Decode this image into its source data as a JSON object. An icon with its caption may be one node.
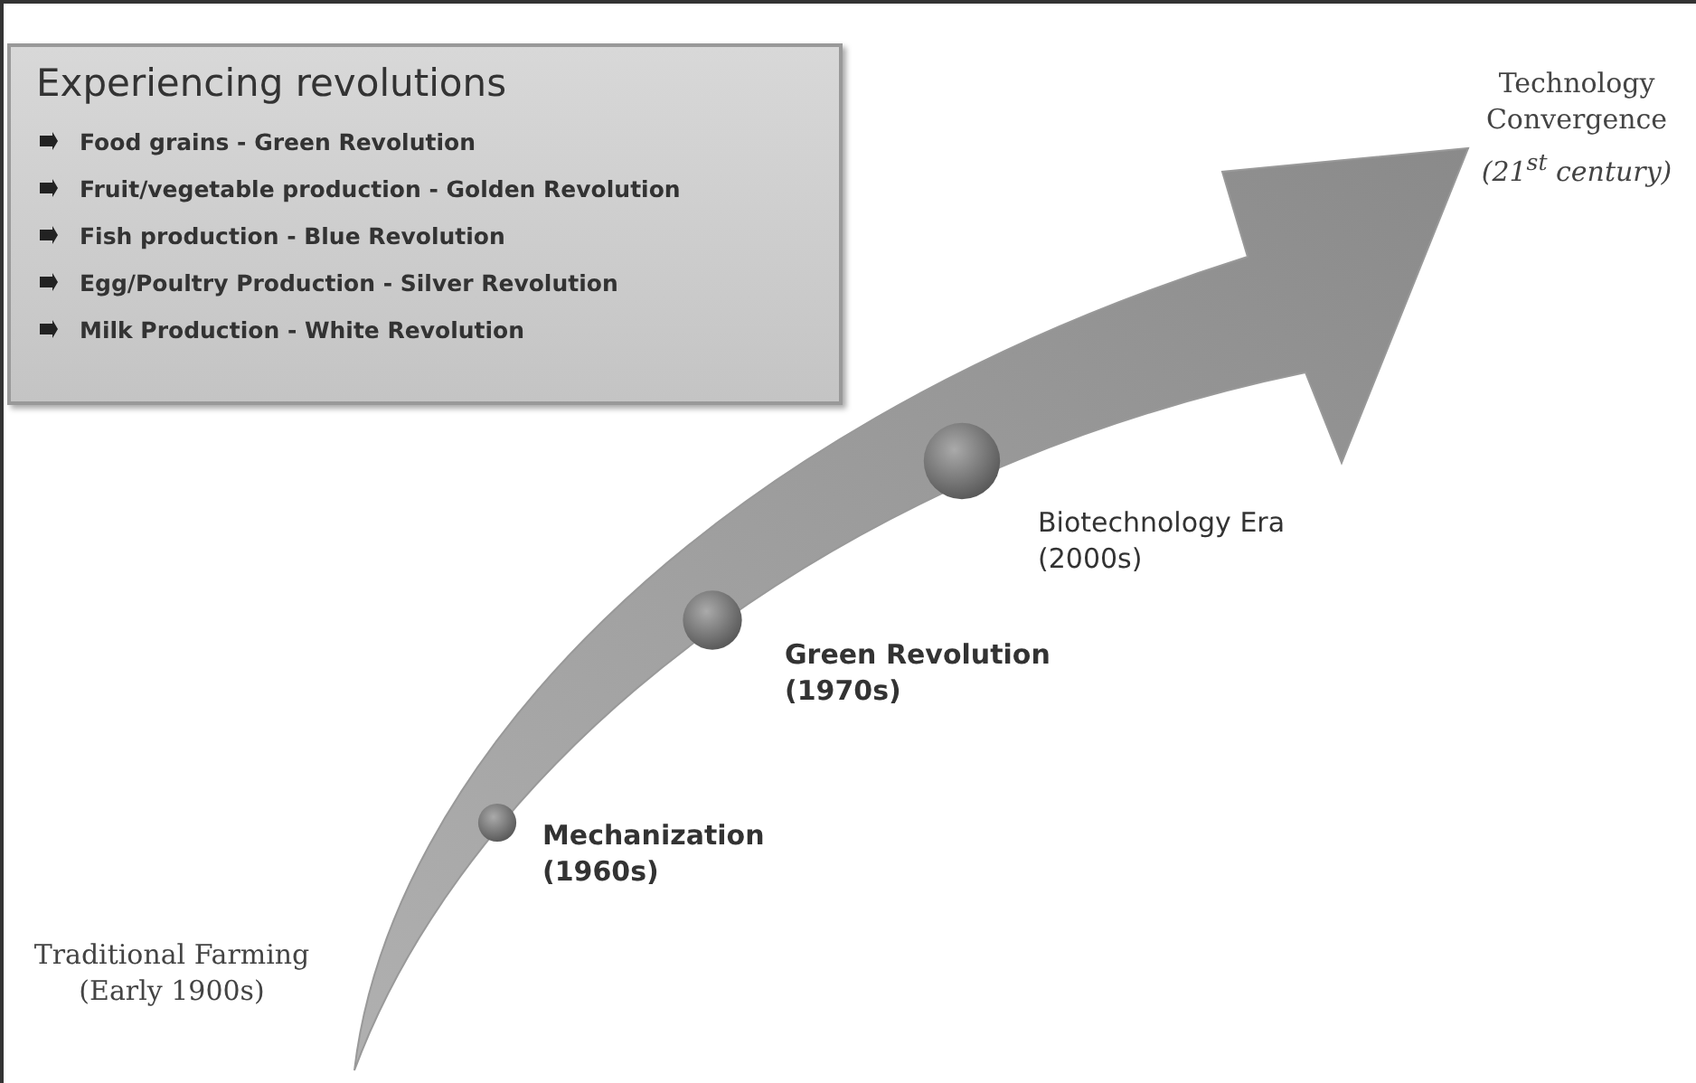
{
  "diagram": {
    "nodes": [
      {
        "text": [
          "Experiencing revolutions",
          "Food grains - Green Revolution",
          "Fruit/vegetable production - Golden Revolution",
          "Fish production - Blue Revolution",
          "Egg/Poultry Production - Silver Revolution",
          "Milk Production - White Revolution"
        ]
      },
      {
        "text": [],
        "shape": "circle",
        "beside": [
          "Mechanization (1960s)"
        ]
      },
      {
        "text": [],
        "shape": "circle",
        "beside": [
          "Green Revolution (1970s)"
        ]
      },
      {
        "text": [],
        "shape": "circle",
        "beside": [
          "Biotechnology Era (2000s)"
        ]
      }
    ],
    "labels": [
      "Traditional Farming (Early 1900s)",
      "Technology Convergence",
      "(21$^{st}$ century)"
    ]
  }
}
